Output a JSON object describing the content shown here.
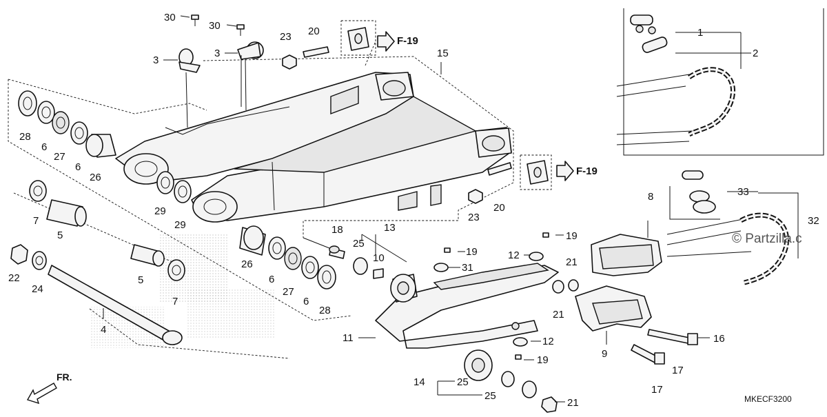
{
  "diagram": {
    "code": "MKECF3200",
    "watermark": "© Partzilla.c",
    "direction_label": "FR.",
    "refs": [
      {
        "id": "ref-1",
        "text": "F-19"
      },
      {
        "id": "ref-2",
        "text": "F-19"
      }
    ],
    "callouts": [
      {
        "key": "c30a",
        "text": "30"
      },
      {
        "key": "c30b",
        "text": "30"
      },
      {
        "key": "c3a",
        "text": "3"
      },
      {
        "key": "c3b",
        "text": "3"
      },
      {
        "key": "c23a",
        "text": "23"
      },
      {
        "key": "c20a",
        "text": "20"
      },
      {
        "key": "c15",
        "text": "15"
      },
      {
        "key": "c1",
        "text": "1"
      },
      {
        "key": "c2",
        "text": "2"
      },
      {
        "key": "c28a",
        "text": "28"
      },
      {
        "key": "c6a",
        "text": "6"
      },
      {
        "key": "c27a",
        "text": "27"
      },
      {
        "key": "c6b",
        "text": "6"
      },
      {
        "key": "c26a",
        "text": "26"
      },
      {
        "key": "c29a",
        "text": "29"
      },
      {
        "key": "c29b",
        "text": "29"
      },
      {
        "key": "c7a",
        "text": "7"
      },
      {
        "key": "c5a",
        "text": "5"
      },
      {
        "key": "c22",
        "text": "22"
      },
      {
        "key": "c24",
        "text": "24"
      },
      {
        "key": "c5b",
        "text": "5"
      },
      {
        "key": "c7b",
        "text": "7"
      },
      {
        "key": "c4",
        "text": "4"
      },
      {
        "key": "c26b",
        "text": "26"
      },
      {
        "key": "c6c",
        "text": "6"
      },
      {
        "key": "c27b",
        "text": "27"
      },
      {
        "key": "c6d",
        "text": "6"
      },
      {
        "key": "c28b",
        "text": "28"
      },
      {
        "key": "c18",
        "text": "18"
      },
      {
        "key": "c13",
        "text": "13"
      },
      {
        "key": "c25a",
        "text": "25"
      },
      {
        "key": "c10",
        "text": "10"
      },
      {
        "key": "c19a",
        "text": "19"
      },
      {
        "key": "c31",
        "text": "31"
      },
      {
        "key": "c12a",
        "text": "12"
      },
      {
        "key": "c19b",
        "text": "19"
      },
      {
        "key": "c23b",
        "text": "23"
      },
      {
        "key": "c20b",
        "text": "20"
      },
      {
        "key": "c8",
        "text": "8"
      },
      {
        "key": "c21a",
        "text": "21"
      },
      {
        "key": "c21b",
        "text": "21"
      },
      {
        "key": "c33",
        "text": "33"
      },
      {
        "key": "c32",
        "text": "32"
      },
      {
        "key": "c11",
        "text": "11"
      },
      {
        "key": "c12b",
        "text": "12"
      },
      {
        "key": "c19c",
        "text": "19"
      },
      {
        "key": "c16",
        "text": "16"
      },
      {
        "key": "c9",
        "text": "9"
      },
      {
        "key": "c17a",
        "text": "17"
      },
      {
        "key": "c17b",
        "text": "17"
      },
      {
        "key": "c14",
        "text": "14"
      },
      {
        "key": "c25b",
        "text": "25"
      },
      {
        "key": "c25c",
        "text": "25"
      },
      {
        "key": "c21c",
        "text": "21"
      }
    ]
  }
}
